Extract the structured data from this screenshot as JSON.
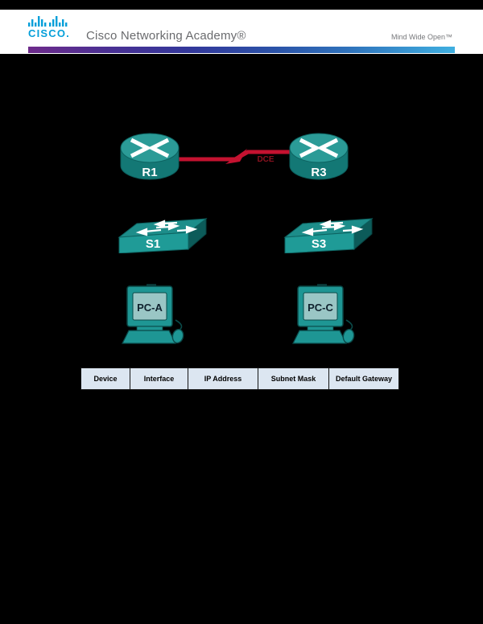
{
  "header": {
    "brand": "CISCO.",
    "title": "Cisco Networking Academy®",
    "tagline": "Mind Wide Open™"
  },
  "topology": {
    "link": {
      "label": "DCE",
      "from": "R1",
      "to": "R3"
    },
    "devices": [
      {
        "id": "R1",
        "type": "router",
        "label": "R1"
      },
      {
        "id": "R3",
        "type": "router",
        "label": "R3"
      },
      {
        "id": "S1",
        "type": "switch",
        "label": "S1"
      },
      {
        "id": "S3",
        "type": "switch",
        "label": "S3"
      },
      {
        "id": "PC-A",
        "type": "pc",
        "label": "PC-A"
      },
      {
        "id": "PC-C",
        "type": "pc",
        "label": "PC-C"
      }
    ]
  },
  "table": {
    "headers": [
      "Device",
      "Interface",
      "IP Address",
      "Subnet Mask",
      "Default Gateway"
    ]
  },
  "colors": {
    "page_background": "#000000",
    "cisco_blue": "#049fd9",
    "gradient_left": "#6e2b8b",
    "gradient_right": "#3fafe0",
    "device_teal": "#1f9794",
    "device_teal_dark": "#137875",
    "serial_link_red": "#c41230",
    "dce_text_red": "#8c1220",
    "table_header_bg": "#dce6f1"
  }
}
